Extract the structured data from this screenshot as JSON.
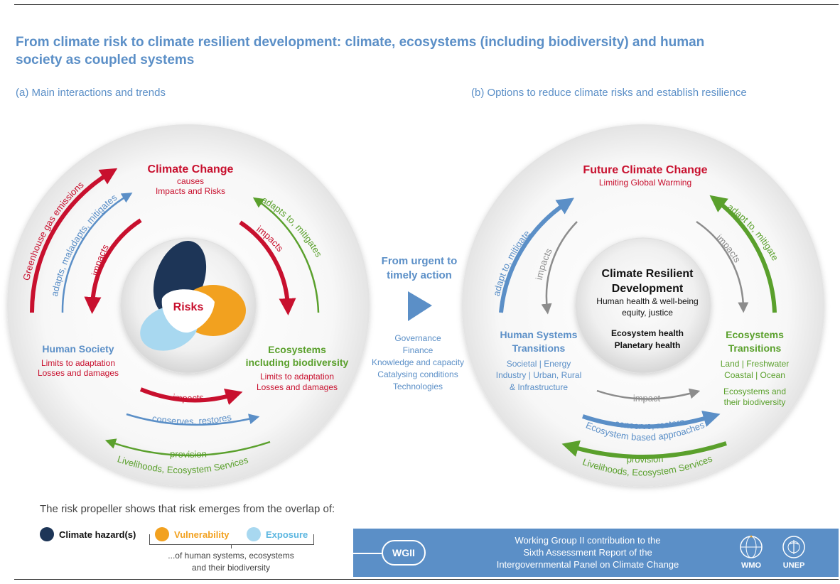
{
  "title": "From climate risk to climate resilient development: climate, ecosystems (including biodiversity) and human society as coupled systems",
  "panel_a": {
    "heading": "(a) Main interactions and trends",
    "climate_change": "Climate Change",
    "causes": "causes",
    "impacts_and_risks": "Impacts and Risks",
    "risks": "Risks",
    "human_society": "Human Society",
    "human_limits": "Limits to adaptation",
    "human_losses": "Losses and damages",
    "ecosystems_line1": "Ecosystems",
    "ecosystems_line2": "including biodiversity",
    "eco_limits": "Limits to adaptation",
    "eco_losses": "Losses and damages",
    "arrow_ghg": "Greenhouse gas emissions",
    "arrow_adapts_maladapts": "adapts, maladapts, mitigates",
    "arrow_impacts_left": "impacts",
    "arrow_adapts_right": "adapts to, mitigates",
    "arrow_impacts_right": "impacts",
    "arrow_impacts_bottom": "impacts",
    "arrow_conserves": "conserves, restores",
    "arrow_provision": "provision",
    "arrow_livelihoods": "Livelihoods, Ecosystem Services"
  },
  "middle": {
    "line1": "From urgent to",
    "line2": "timely action",
    "enablers": [
      "Governance",
      "Finance",
      "Knowledge and capacity",
      "Catalysing conditions",
      "Technologies"
    ]
  },
  "panel_b": {
    "heading": "(b) Options to reduce climate risks and establish resilience",
    "future_climate": "Future Climate Change",
    "limiting": "Limiting Global Warming",
    "crd_line1": "Climate Resilient",
    "crd_line2": "Development",
    "crd_sub1": "Human health & well-being",
    "crd_sub2": "equity, justice",
    "crd_eco1": "Ecosystem health",
    "crd_eco2": "Planetary health",
    "hst_line1": "Human Systems",
    "hst_line2": "Transitions",
    "hst_items": [
      "Societal | Energy",
      "Industry | Urban, Rural",
      "& Infrastructure"
    ],
    "et_line1": "Ecosystems",
    "et_line2": "Transitions",
    "et_items": [
      "Land | Freshwater",
      "Coastal | Ocean"
    ],
    "et_extra1": "Ecosystems and",
    "et_extra2": "their biodiversity",
    "arrow_adapt_left": "adapt to, mitigate",
    "arrow_impacts_left": "impacts",
    "arrow_adapt_right": "adapt to, mitigate",
    "arrow_impacts_right": "impacts",
    "arrow_impact_bottom": "impact",
    "arrow_conserve": "conserve, restore",
    "arrow_ecosystem_based": "Ecosystem based approaches",
    "arrow_provision": "provision",
    "arrow_livelihoods": "Livelihoods, Ecosystem Services"
  },
  "legend": {
    "intro": "The risk propeller shows that risk emerges from the overlap of:",
    "hazard": "Climate hazard(s)",
    "vulnerability": "Vulnerability",
    "exposure": "Exposure",
    "note1": "...of human systems, ecosystems",
    "note2": "and their biodiversity"
  },
  "footer": {
    "badge": "WGII",
    "line1": "Working Group II contribution to the",
    "line2": "Sixth Assessment Report of the",
    "line3": "Intergovernmental Panel on Climate Change",
    "wmo": "WMO",
    "unep": "UNEP"
  },
  "colors": {
    "red": "#c8102e",
    "blue": "#5b8fc7",
    "green": "#5aa02c",
    "navy": "#1d3557",
    "orange": "#f2a11f",
    "lightblue": "#a8d8f0",
    "gray": "#8c8c8c"
  }
}
